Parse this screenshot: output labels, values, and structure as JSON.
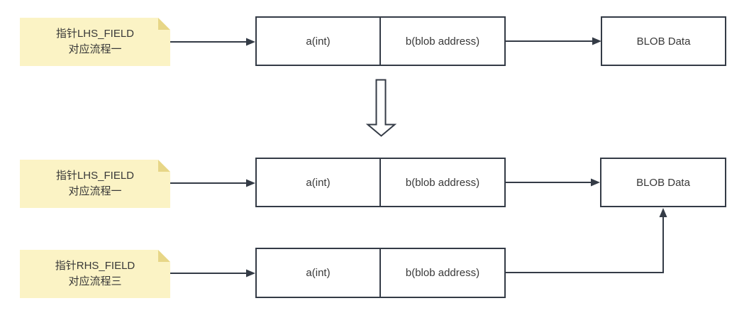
{
  "diagram": {
    "before": {
      "note": {
        "line1": "指针LHS_FIELD",
        "line2": "对应流程一"
      },
      "record": {
        "cell_a": "a(int)",
        "cell_b": "b(blob address)"
      },
      "blob_label": "BLOB Data"
    },
    "transition_icon": "big-down-arrow",
    "after_lhs": {
      "note": {
        "line1": "指针LHS_FIELD",
        "line2": "对应流程一"
      },
      "record": {
        "cell_a": "a(int)",
        "cell_b": "b(blob address)"
      },
      "blob_label": "BLOB Data"
    },
    "after_rhs": {
      "note": {
        "line1": "指针RHS_FIELD",
        "line2": "对应流程三"
      },
      "record": {
        "cell_a": "a(int)",
        "cell_b": "b(blob address)"
      }
    }
  },
  "colors": {
    "background": "#FFFFFF",
    "note_fill": "#FBF3C5",
    "note_fold": "#E7D687",
    "shape_stroke": "#343B46",
    "shape_fill": "#FFFFFF",
    "text": "#383838"
  }
}
